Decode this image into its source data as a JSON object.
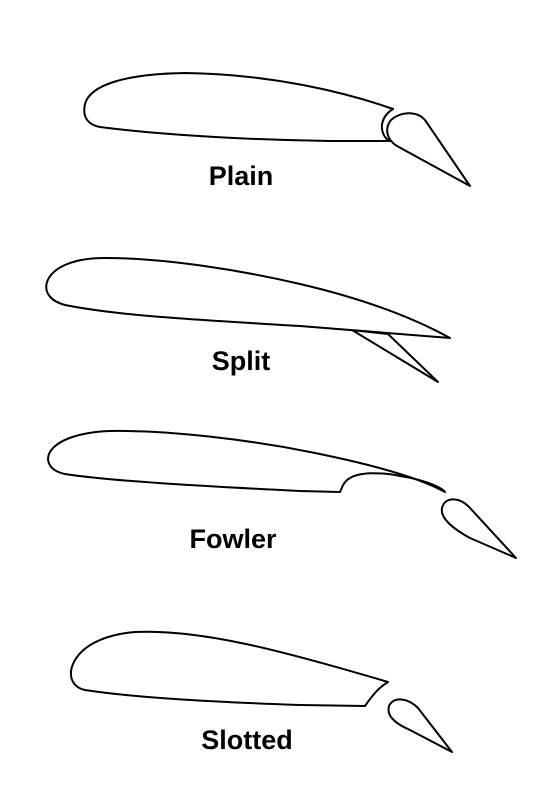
{
  "flaps": {
    "plain": {
      "label": "Plain"
    },
    "split": {
      "label": "Split"
    },
    "fowler": {
      "label": "Fowler"
    },
    "slotted": {
      "label": "Slotted"
    }
  },
  "colors": {
    "stroke": "#000000",
    "background": "#ffffff"
  }
}
